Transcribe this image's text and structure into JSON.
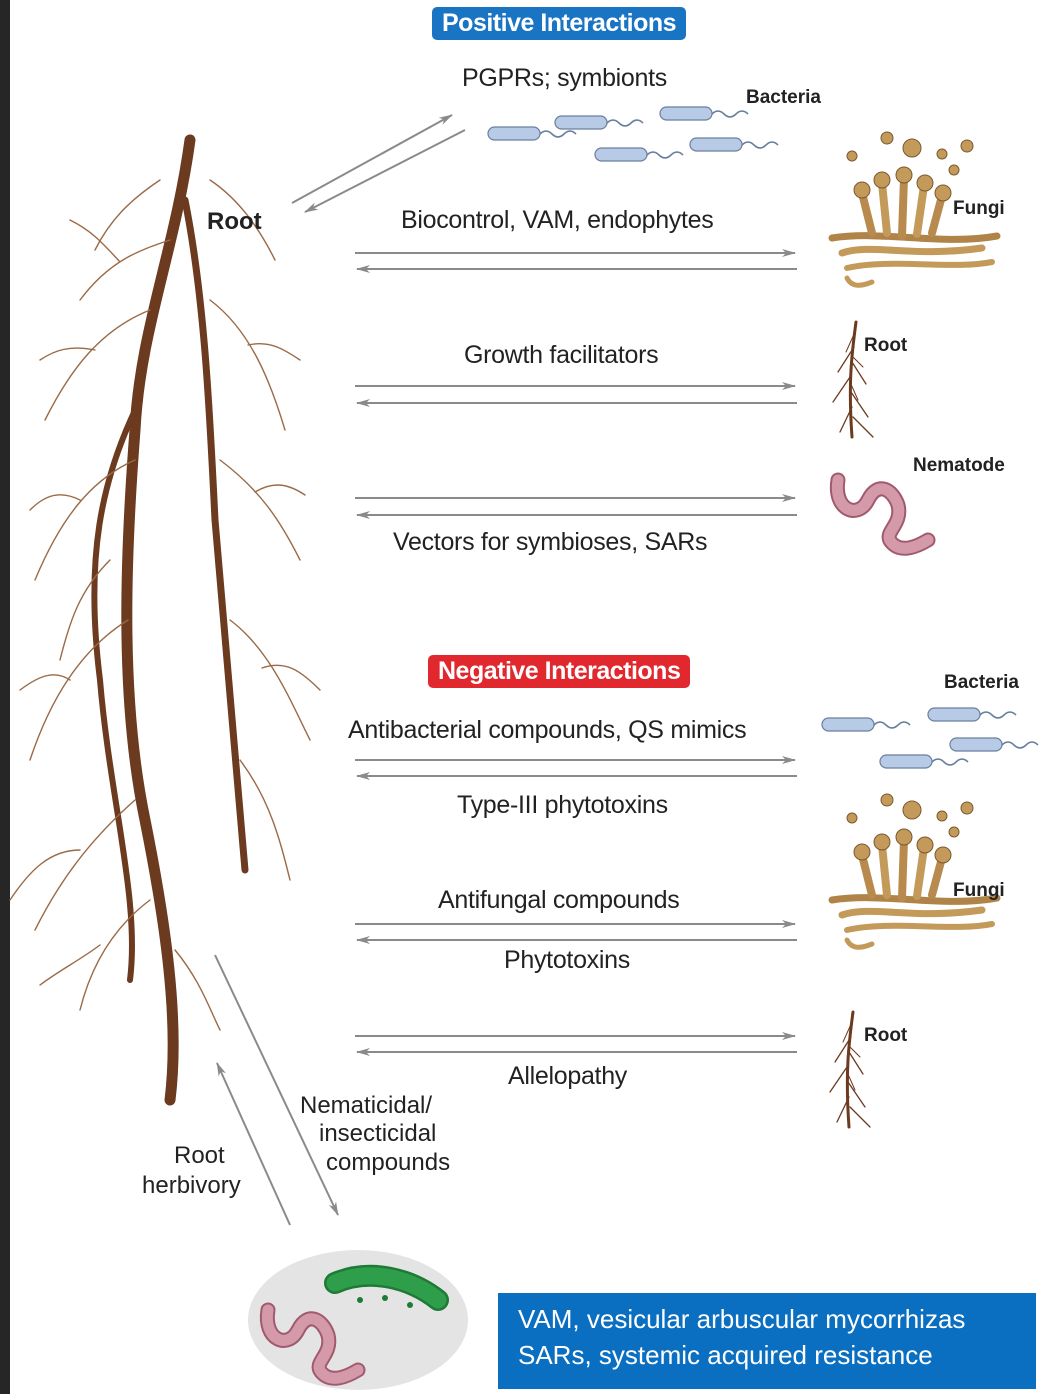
{
  "headers": {
    "positive": "Positive Interactions",
    "negative": "Negative Interactions"
  },
  "root_label": "Root",
  "positive": {
    "pgprs": "PGPRs; symbionts",
    "bacteria": "Bacteria",
    "biocontrol": "Biocontrol, VAM, endophytes",
    "fungi": "Fungi",
    "growth": "Growth facilitators",
    "root": "Root",
    "vectors": "Vectors for symbioses, SARs",
    "nematode": "Nematode"
  },
  "negative": {
    "bacteria": "Bacteria",
    "antibacterial": "Antibacterial compounds, QS mimics",
    "type3": "Type-III phytotoxins",
    "fungi": "Fungi",
    "antifungal": "Antifungal compounds",
    "phytotoxins": "Phytotoxins",
    "root": "Root",
    "allelopathy": "Allelopathy"
  },
  "herbivory": {
    "nematicidal_1": "Nematicidal/",
    "nematicidal_2": "insecticidal",
    "nematicidal_3": "compounds",
    "root_1": "Root",
    "root_2": "herbivory"
  },
  "note": {
    "line1": "VAM, vesicular arbuscular mycorrhizas",
    "line2": "SARs, systemic acquired resistance"
  },
  "colors": {
    "positive_badge": "#1a74c4",
    "negative_badge": "#e0282e",
    "note_box": "#0b6fc1",
    "root": "#6b3a1f",
    "bacteria": "#b8cbe6",
    "fungi": "#c49a5a",
    "nematode": "#c98a9a",
    "caterpillar": "#2e9e4a"
  }
}
